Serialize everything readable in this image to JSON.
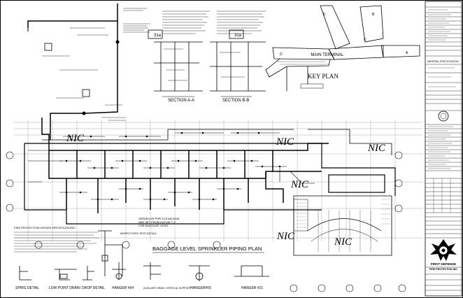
{
  "plan": {
    "title": "BAGGAGE LEVEL SPRINKLER PIPING PLAN",
    "note_lines": [
      "SPRINKLER PIPE ELEVATIONS",
      "ARE SET FROM DATUM 7'-1\"",
      "FOR BAGGAGE LEVEL"
    ],
    "nic_labels": [
      "NIC",
      "NIC",
      "NIC",
      "NIC",
      "NIC",
      "NIC"
    ],
    "design_spec_title": "FIRE PROTECTION DESIGN SPECIFICATIONS"
  },
  "sections": {
    "section_aa": "SECTION A-A",
    "section_bb": "SECTION B-B",
    "tag_left": "31a",
    "tag_right": "31a"
  },
  "key_plan": {
    "title": "KEY PLAN",
    "terminal_label": "MAIN TERMINAL",
    "zone_labels": [
      "A",
      "B",
      "C",
      "D",
      "E"
    ]
  },
  "details": {
    "labels": [
      "SPRIG DETAIL",
      "LOW POINT DRAIN",
      "DROP DETAIL",
      "HANGER #04",
      "AUXILIARY DRAIN / VERTICAL SUPPORT",
      "HANGER#05",
      "HANGER #21"
    ],
    "riser_label": "INSPECTORS TEST DETAIL"
  },
  "title_block": {
    "company_lines": [
      "FIRST DEFENSE",
      "FIRE PROTECTION INC"
    ],
    "sheet_caption": "MATERIAL SPECIFICATION"
  }
}
